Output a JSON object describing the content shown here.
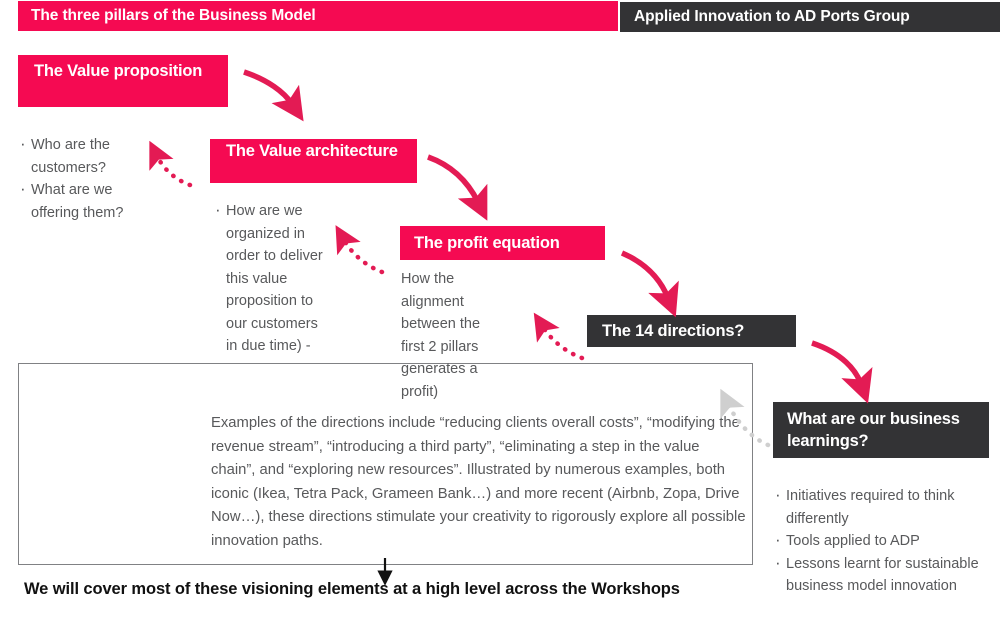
{
  "header": {
    "title_left": "The three pillars of the Business Model",
    "title_right": "Applied Innovation to AD Ports Group",
    "color_pink": "#f50a52",
    "color_dark": "#333335"
  },
  "pillars": {
    "value_proposition": {
      "label": "The Value proposition",
      "bullets": [
        "Who are the customers?",
        "What are we offering them?"
      ]
    },
    "value_architecture": {
      "label": "The Value architecture",
      "bullets": [
        "How are we organized in order to deliver this value proposition to our customers in due time) -"
      ]
    },
    "profit_equation": {
      "label": "The profit equation",
      "description": "How the alignment between the first 2 pillars generates a profit)"
    },
    "directions": {
      "label": "The 14 directions?",
      "paragraph": "Examples of the directions include “reducing clients overall costs”, “modifying the revenue stream”, “introducing a third party”, “eliminating a step in the value chain”, and “exploring new resources”. Illustrated by numerous examples, both iconic (Ikea, Tetra Pack, Grameen Bank…) and more recent (Airbnb, Zopa, Drive Now…), these directions stimulate your creativity to rigorously explore all possible innovation paths."
    },
    "business_learnings": {
      "label": "What are our business learnings?",
      "bullets": [
        "Initiatives required  to think differently",
        "Tools applied to ADP",
        "Lessons learnt for sustainable business model innovation"
      ]
    }
  },
  "summary": {
    "text": "We will cover most of these visioning  elements at a high level across the Workshops"
  },
  "arrows": {
    "solid_color": "#e31b54",
    "dotted_color": "#e31b54",
    "gray_dotted_color": "#cfcfcf",
    "down_arrow_color": "#111111"
  }
}
